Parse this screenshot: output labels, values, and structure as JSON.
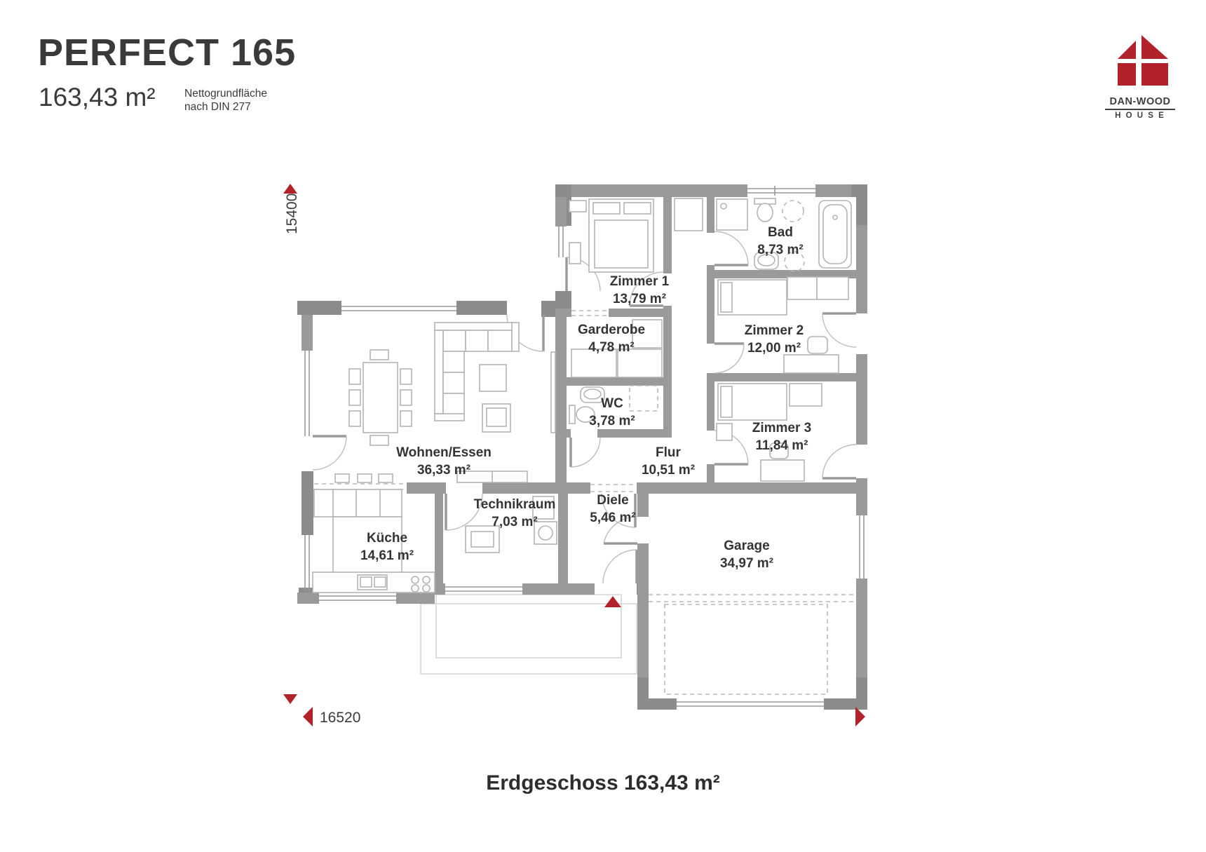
{
  "header": {
    "title": "PERFECT 165",
    "area": "163,43 m²",
    "note1": "Nettogrundfläche",
    "note2": "nach DIN 277"
  },
  "logo": {
    "brand": "DAN-WOOD",
    "sub": "H O U S E"
  },
  "rooms": {
    "zimmer1": {
      "name": "Zimmer 1",
      "area": "13,79 m²"
    },
    "bad": {
      "name": "Bad",
      "area": "8,73 m²"
    },
    "garderobe": {
      "name": "Garderobe",
      "area": "4,78 m²"
    },
    "zimmer2": {
      "name": "Zimmer 2",
      "area": "12,00 m²"
    },
    "wc": {
      "name": "WC",
      "area": "3,78 m²"
    },
    "zimmer3": {
      "name": "Zimmer 3",
      "area": "11,84 m²"
    },
    "wohnen": {
      "name": "Wohnen/Essen",
      "area": "36,33 m²"
    },
    "flur": {
      "name": "Flur",
      "area": "10,51 m²"
    },
    "kueche": {
      "name": "Küche",
      "area": "14,61 m²"
    },
    "technikraum": {
      "name": "Technikraum",
      "area": "7,03 m²"
    },
    "diele": {
      "name": "Diele",
      "area": "5,46 m²"
    },
    "garage": {
      "name": "Garage",
      "area": "34,97 m²"
    }
  },
  "dimensions": {
    "vertical": "15400",
    "horizontal": "16520"
  },
  "footer": {
    "caption": "Erdgeschoss 163,43 m²"
  },
  "colors": {
    "wall": "#9a9a9a",
    "accent": "#b2222a",
    "furniture": "#b4b4b4",
    "text": "#343434"
  }
}
